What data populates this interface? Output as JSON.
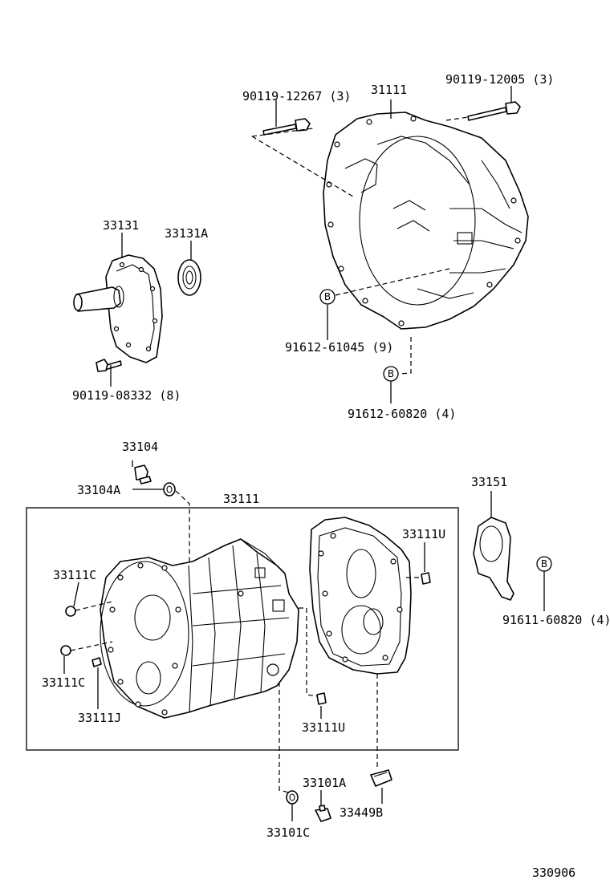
{
  "diagram_id": "330906",
  "circle_marker": "B",
  "labels": {
    "p_90119_12267": "90119-12267 (3)",
    "p_31111": "31111",
    "p_90119_12005": "90119-12005 (3)",
    "p_33131": "33131",
    "p_33131A": "33131A",
    "p_91612_61045": "91612-61045 (9)",
    "p_91612_60820": "91612-60820 (4)",
    "p_90119_08332": "90119-08332 (8)",
    "p_33104": "33104",
    "p_33104A": "33104A",
    "p_33111": "33111",
    "p_33151": "33151",
    "p_33111U_top": "33111U",
    "p_33111C_top": "33111C",
    "p_33111C_bot": "33111C",
    "p_33111J": "33111J",
    "p_33111U_bot": "33111U",
    "p_91611_60820": "91611-60820 (4)",
    "p_33101A": "33101A",
    "p_33449B": "33449B",
    "p_33101C": "33101C"
  }
}
